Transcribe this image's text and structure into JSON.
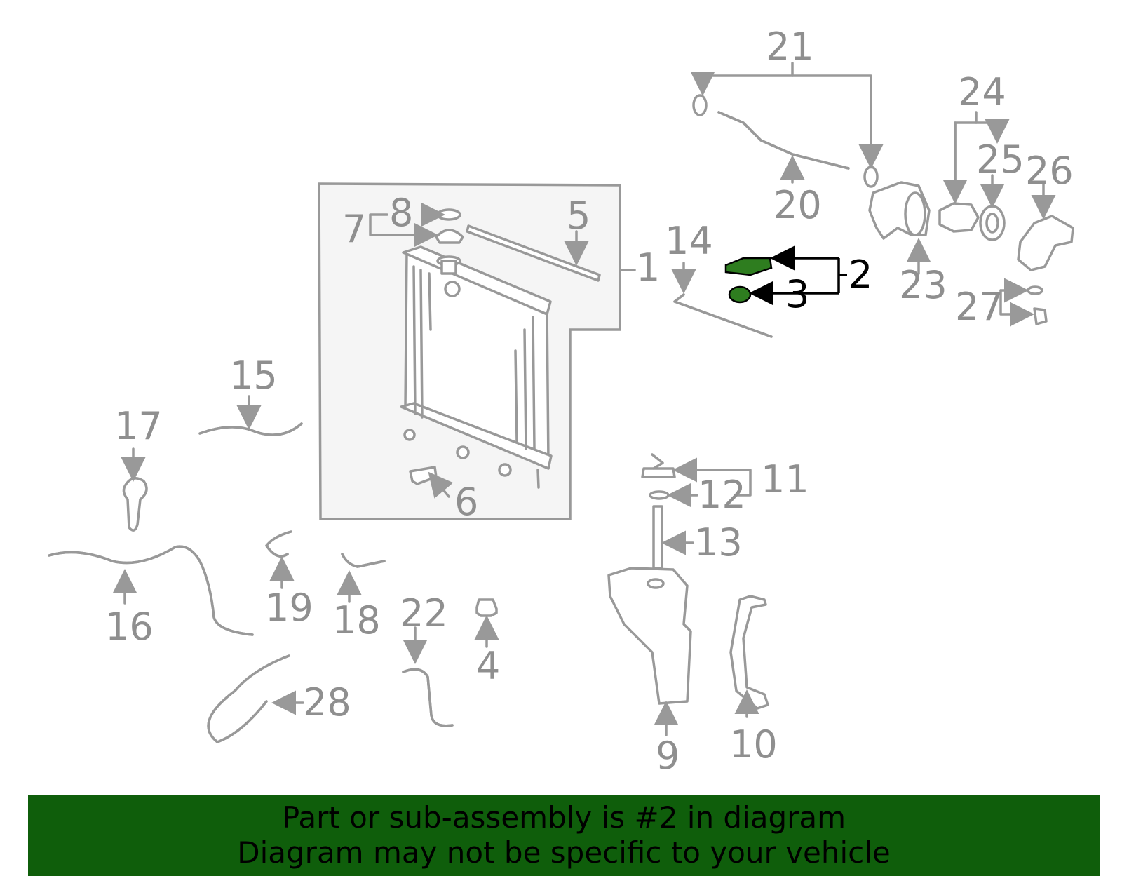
{
  "callouts": {
    "c1": "1",
    "c2": "2",
    "c3": "3",
    "c4": "4",
    "c5": "5",
    "c6": "6",
    "c7": "7",
    "c8": "8",
    "c9": "9",
    "c10": "10",
    "c11": "11",
    "c12": "12",
    "c13": "13",
    "c14": "14",
    "c15": "15",
    "c16": "16",
    "c17": "17",
    "c18": "18",
    "c19": "19",
    "c20": "20",
    "c21": "21",
    "c22": "22",
    "c23": "23",
    "c24": "24",
    "c25": "25",
    "c26": "26",
    "c27": "27",
    "c28": "28"
  },
  "banner": {
    "line1": "Part or sub-assembly is #2 in diagram",
    "line2": "Diagram may not be specific to your vehicle"
  },
  "colors": {
    "highlight_part": "#2e7d1f",
    "banner_bg": "#0f5e0b",
    "line_gray": "#999999"
  }
}
